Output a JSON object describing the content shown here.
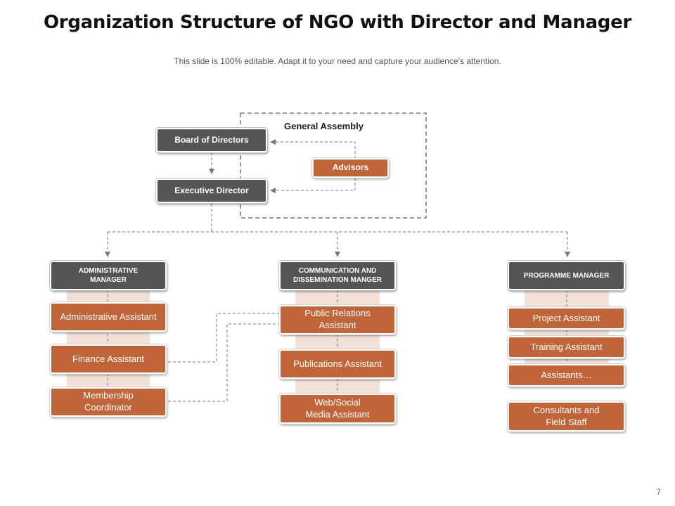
{
  "title": "Organization Structure of NGO with Director and Manager",
  "subtitle": "This slide is 100% editable. Adapt it to your need and capture your audience’s attention.",
  "page_number": "7",
  "general_assembly": "General Assembly",
  "top": {
    "board": "Board of Directors",
    "executive": "Executive Director",
    "advisors": "Advisors"
  },
  "columns": {
    "admin": {
      "header": "ADMINISTRATIVE\nMANAGER",
      "items": [
        "Administrative Assistant",
        "Finance Assistant",
        "Membership\nCoordinator"
      ]
    },
    "comm": {
      "header": "COMMUNICATION AND\nDISSEMINATION MANGER",
      "items": [
        "Public Relations\nAssistant",
        "Publications Assistant",
        "Web/Social\nMedia Assistant"
      ]
    },
    "prog": {
      "header": "PROGRAMME MANAGER",
      "items": [
        "Project Assistant",
        "Training Assistant",
        "Assistants…",
        "Consultants and\nField Staff"
      ]
    }
  },
  "colors": {
    "dark_box": "#555555",
    "orange_box": "#c0643a",
    "band": "#f2e1d7",
    "connector": "#777777"
  }
}
